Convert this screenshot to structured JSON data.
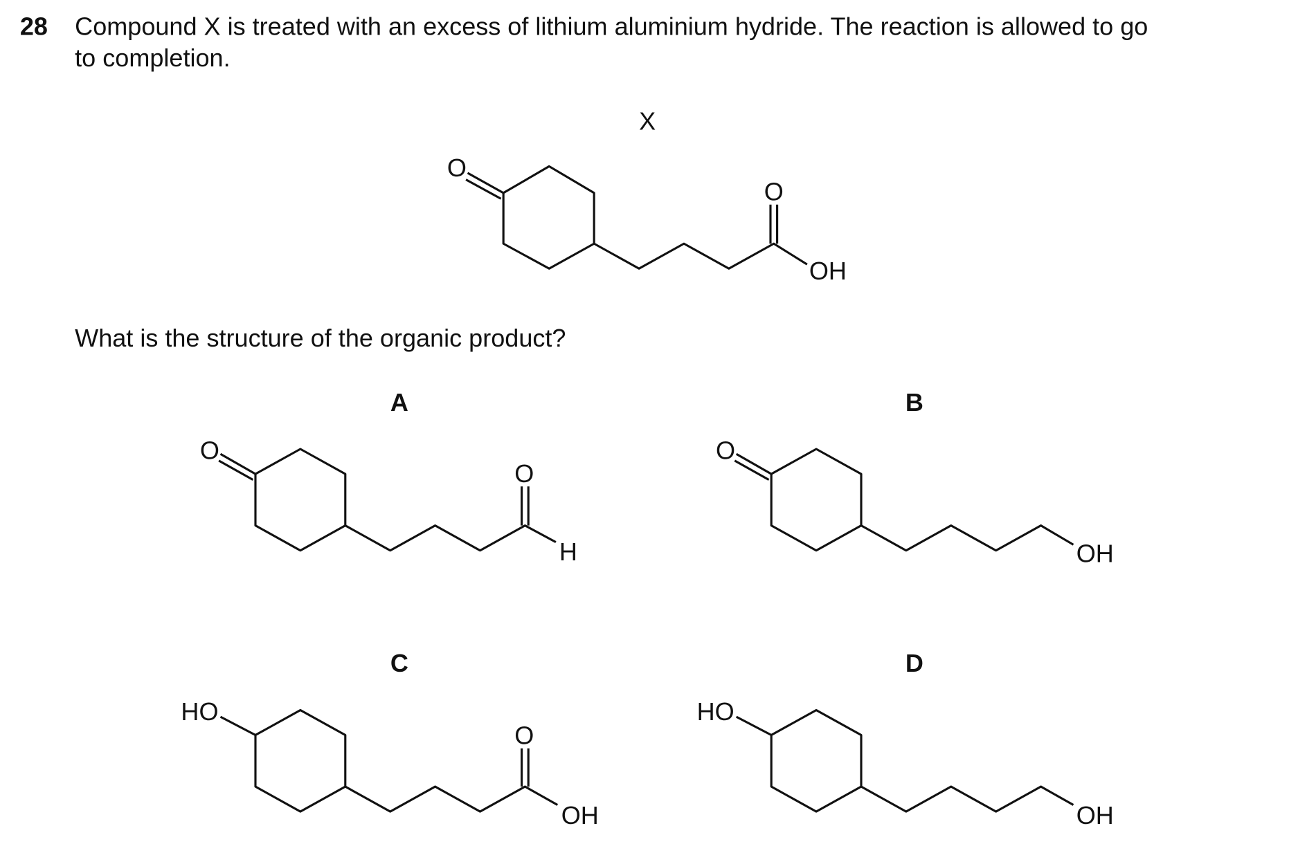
{
  "question": {
    "number": "28",
    "text_line1": "Compound X is treated with an excess of lithium aluminium hydride. The reaction is allowed to go",
    "text_line2": "to completion.",
    "compound_label": "X",
    "prompt": "What is the structure of the organic product?"
  },
  "atoms": {
    "O": "O",
    "OH": "OH",
    "HO": "HO",
    "H": "H"
  },
  "options": [
    {
      "letter": "A"
    },
    {
      "letter": "B"
    },
    {
      "letter": "C"
    },
    {
      "letter": "D"
    }
  ]
}
